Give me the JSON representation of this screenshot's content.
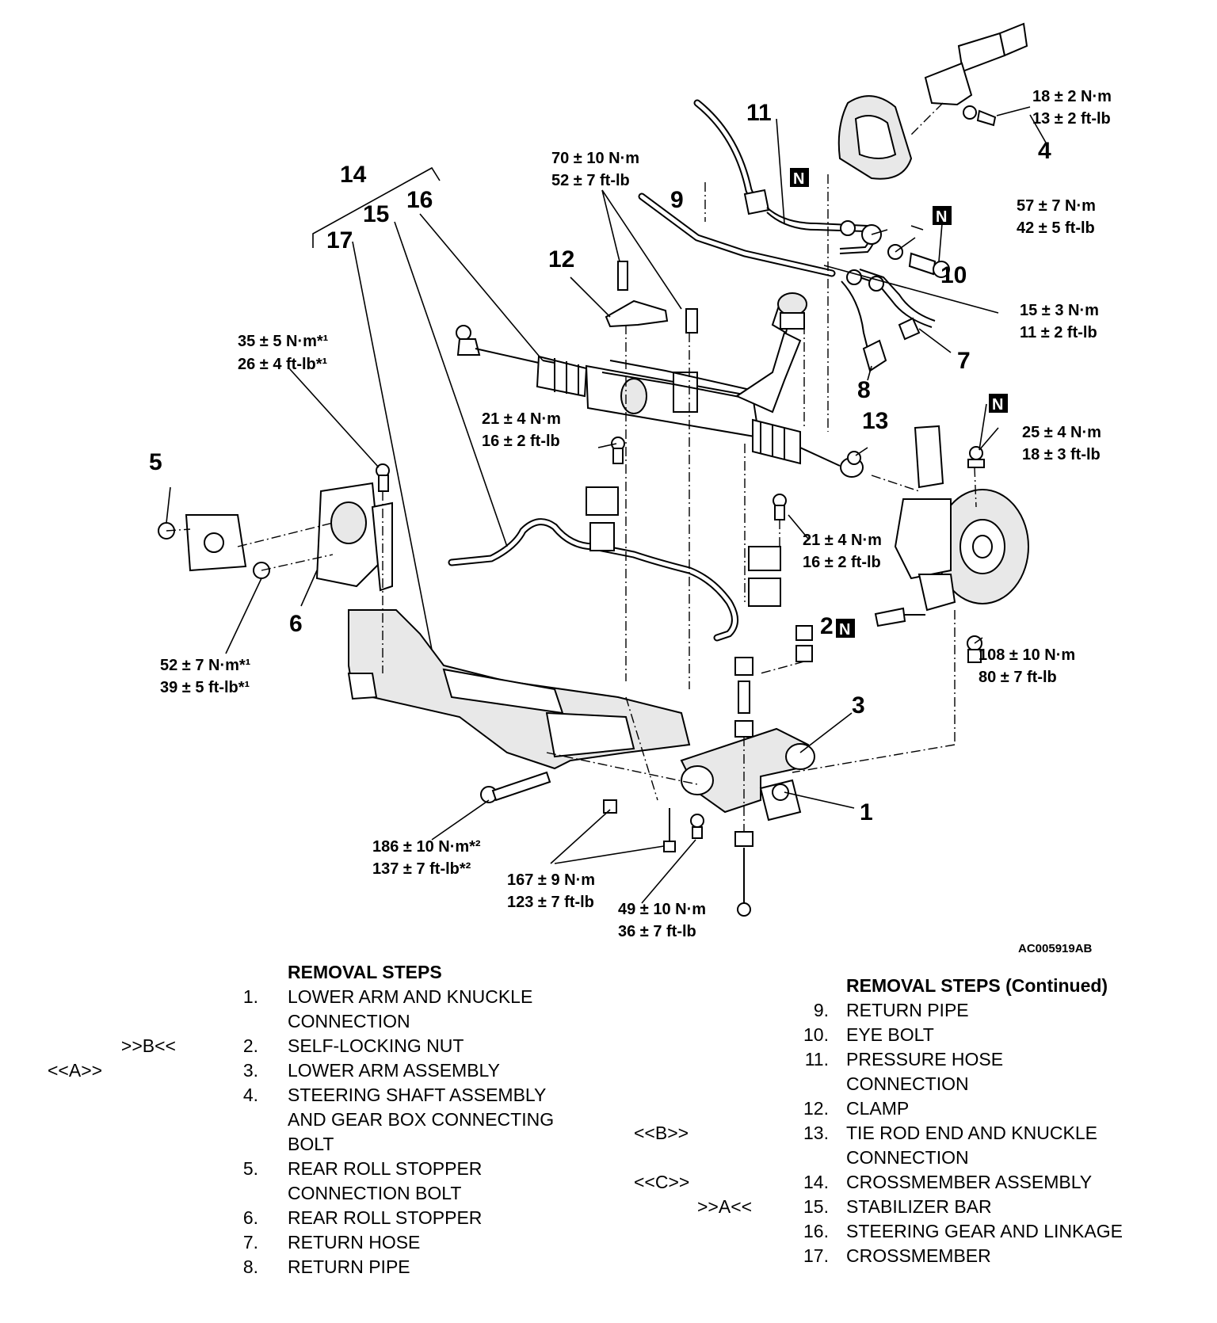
{
  "figure_id": "AC005919AB",
  "n_badge": "N",
  "callouts": {
    "c1": "1",
    "c2": "2",
    "c3": "3",
    "c4": "4",
    "c5": "5",
    "c6": "6",
    "c7": "7",
    "c8": "8",
    "c9": "9",
    "c10": "10",
    "c11": "11",
    "c12": "12",
    "c13": "13",
    "c14": "14",
    "c15": "15",
    "c16": "16",
    "c17": "17"
  },
  "torques": [
    {
      "nm": "18 ± 2 N·m",
      "ftlb": "13 ± 2 ft-lb"
    },
    {
      "nm": "70 ± 10 N·m",
      "ftlb": "52 ± 7 ft-lb"
    },
    {
      "nm": "57 ± 7 N·m",
      "ftlb": "42 ± 5 ft-lb"
    },
    {
      "nm": "15 ± 3 N·m",
      "ftlb": "11 ± 2 ft-lb"
    },
    {
      "nm": "35 ± 5 N·m*¹",
      "ftlb": "26 ± 4 ft-lb*¹"
    },
    {
      "nm": "21 ± 4 N·m",
      "ftlb": "16 ± 2 ft-lb"
    },
    {
      "nm": "25 ± 4 N·m",
      "ftlb": "18 ± 3 ft-lb"
    },
    {
      "nm": "21 ± 4 N·m",
      "ftlb": "16 ± 2 ft-lb"
    },
    {
      "nm": "52 ± 7 N·m*¹",
      "ftlb": "39 ± 5 ft-lb*¹"
    },
    {
      "nm": "108 ± 10 N·m",
      "ftlb": "80 ± 7 ft-lb"
    },
    {
      "nm": "186 ± 10 N·m*²",
      "ftlb": "137 ± 7 ft-lb*²"
    },
    {
      "nm": "167 ± 9 N·m",
      "ftlb": "123 ± 7 ft-lb"
    },
    {
      "nm": "49 ± 10 N·m",
      "ftlb": "36 ± 7 ft-lb"
    }
  ],
  "removal_steps": {
    "heading": "REMOVAL STEPS",
    "items": [
      {
        "num": "1.",
        "lines": [
          "LOWER ARM AND KNUCKLE",
          "CONNECTION"
        ],
        "ref": ""
      },
      {
        "num": "2.",
        "lines": [
          "SELF-LOCKING NUT"
        ],
        "ref": ">>B<<"
      },
      {
        "num": "3.",
        "lines": [
          "LOWER ARM ASSEMBLY"
        ],
        "ref": "<<A>>"
      },
      {
        "num": "4.",
        "lines": [
          "STEERING SHAFT ASSEMBLY",
          "AND GEAR BOX CONNECTING",
          "BOLT"
        ],
        "ref": ""
      },
      {
        "num": "5.",
        "lines": [
          "REAR ROLL STOPPER",
          "CONNECTION BOLT"
        ],
        "ref": ""
      },
      {
        "num": "6.",
        "lines": [
          "REAR ROLL STOPPER"
        ],
        "ref": ""
      },
      {
        "num": "7.",
        "lines": [
          "RETURN HOSE"
        ],
        "ref": ""
      },
      {
        "num": "8.",
        "lines": [
          "RETURN PIPE"
        ],
        "ref": ""
      }
    ]
  },
  "removal_steps_continued": {
    "heading": "REMOVAL STEPS (Continued)",
    "items": [
      {
        "num": "9.",
        "lines": [
          "RETURN PIPE"
        ],
        "ref": ""
      },
      {
        "num": "10.",
        "lines": [
          "EYE BOLT"
        ],
        "ref": ""
      },
      {
        "num": "11.",
        "lines": [
          "PRESSURE HOSE",
          "CONNECTION"
        ],
        "ref": ""
      },
      {
        "num": "12.",
        "lines": [
          "CLAMP"
        ],
        "ref": ""
      },
      {
        "num": "13.",
        "lines": [
          "TIE ROD END AND KNUCKLE",
          "CONNECTION"
        ],
        "ref": "<<B>>"
      },
      {
        "num": "14.",
        "lines": [
          "CROSSMEMBER ASSEMBLY"
        ],
        "ref": "<<C>>"
      },
      {
        "num": "15.",
        "lines": [
          "STABILIZER BAR"
        ],
        "ref": ">>A<<"
      },
      {
        "num": "16.",
        "lines": [
          "STEERING GEAR AND LINKAGE"
        ],
        "ref": ""
      },
      {
        "num": "17.",
        "lines": [
          "CROSSMEMBER"
        ],
        "ref": ""
      }
    ]
  }
}
